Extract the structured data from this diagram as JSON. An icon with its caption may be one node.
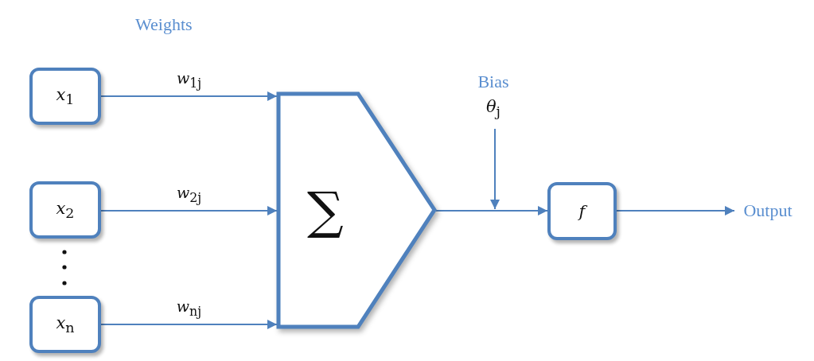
{
  "diagram": {
    "nodes": [
      {
        "text": [
          "*x*$_{1}$"
        ]
      },
      {
        "text": [
          "*x*$_{2}$"
        ]
      },
      {
        "text": [
          "*x*$_{n}$"
        ]
      },
      {
        "text": [
          "∑"
        ]
      },
      {
        "text": [
          "Bias",
          "*θ*$_{j}$"
        ]
      },
      {
        "text": [
          "*f*"
        ]
      },
      {
        "text": [
          "Output"
        ]
      }
    ],
    "edges": [
      {
        "from": 0,
        "to": 3,
        "arrow": "to",
        "label": "*w*$_{1j}$"
      },
      {
        "from": 1,
        "to": 3,
        "arrow": "to",
        "label": "*w*$_{2j}$"
      },
      {
        "from": 2,
        "to": 3,
        "arrow": "to",
        "label": "*w*$_{nj}$"
      },
      {
        "from": 3,
        "to": 5,
        "arrow": "to"
      },
      {
        "from": 4,
        "to": null,
        "arrow": "to"
      },
      {
        "from": 5,
        "to": 6,
        "arrow": "to"
      }
    ],
    "labels": [
      "Weights"
    ]
  }
}
